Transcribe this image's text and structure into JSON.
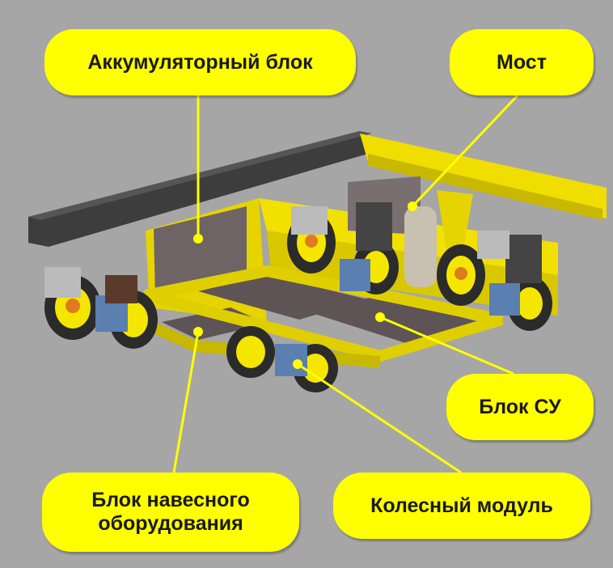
{
  "labels": {
    "battery_block": "Аккумуляторный блок",
    "bridge": "Мост",
    "control_block": "Блок СУ",
    "attachment_block": "Блок навесного\nоборудования",
    "wheel_module": "Колесный модуль"
  },
  "colors": {
    "background": "#a6a6a6",
    "label_fill": "#ffff00",
    "frame_yellow": "#f2e000",
    "top_plate": "#3a3a3a",
    "panel": "#6e6466",
    "wheel": "#2b2b2b",
    "wheel_rim": "#f5e600",
    "hub": "#e07a1f",
    "motor": "#5a7fb0"
  }
}
